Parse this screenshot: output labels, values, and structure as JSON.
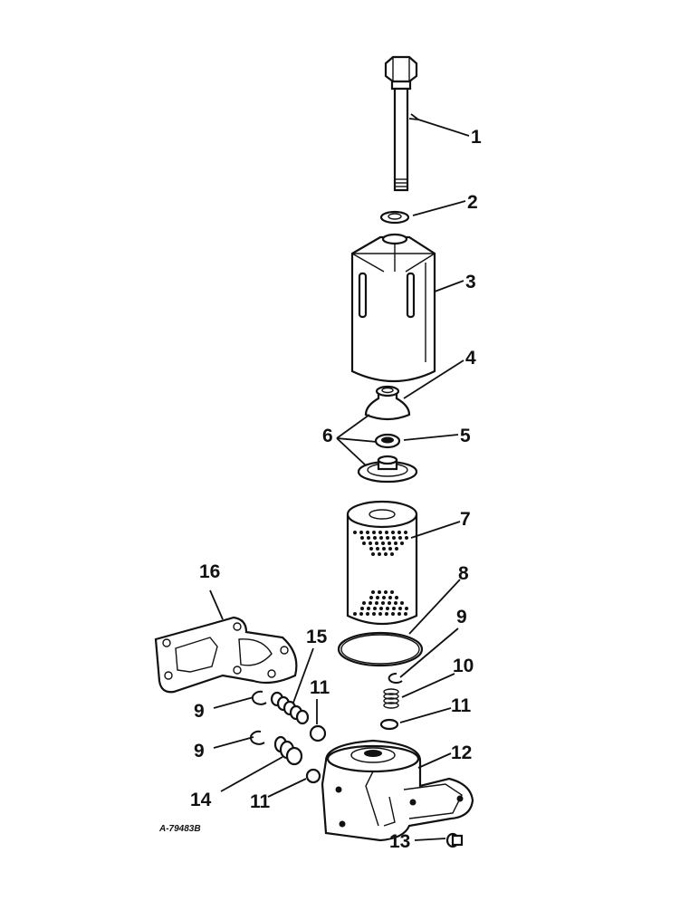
{
  "figure": {
    "id_label": "A-79483B",
    "callouts": [
      {
        "key": "c1",
        "text": "1"
      },
      {
        "key": "c2",
        "text": "2"
      },
      {
        "key": "c3",
        "text": "3"
      },
      {
        "key": "c4",
        "text": "4"
      },
      {
        "key": "c5",
        "text": "5"
      },
      {
        "key": "c6",
        "text": "6"
      },
      {
        "key": "c7",
        "text": "7"
      },
      {
        "key": "c8",
        "text": "8"
      },
      {
        "key": "c9a",
        "text": "9"
      },
      {
        "key": "c9b",
        "text": "9"
      },
      {
        "key": "c9c",
        "text": "9"
      },
      {
        "key": "c10",
        "text": "10"
      },
      {
        "key": "c11a",
        "text": "11"
      },
      {
        "key": "c11b",
        "text": "11"
      },
      {
        "key": "c11c",
        "text": "11"
      },
      {
        "key": "c12",
        "text": "12"
      },
      {
        "key": "c13",
        "text": "13"
      },
      {
        "key": "c14",
        "text": "14"
      },
      {
        "key": "c15",
        "text": "15"
      },
      {
        "key": "c16",
        "text": "16"
      }
    ]
  }
}
